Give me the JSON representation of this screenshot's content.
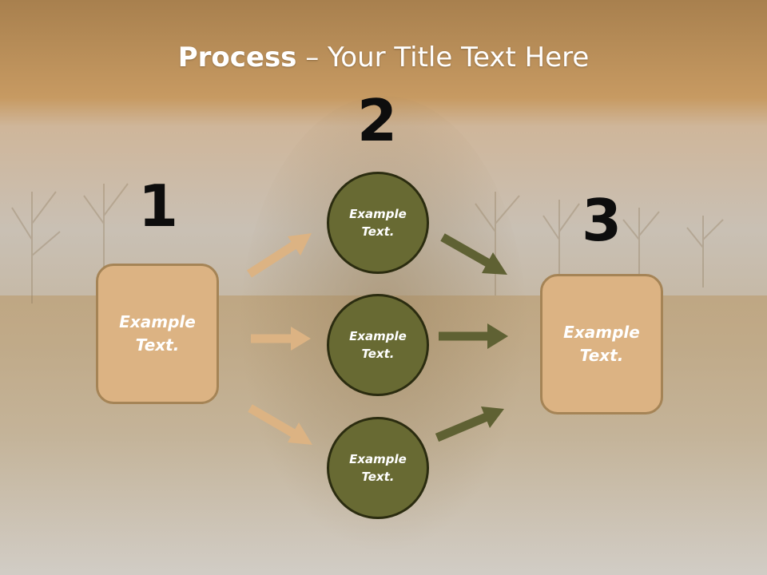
{
  "title": {
    "bold": "Process",
    "rest": " – Your Title Text Here"
  },
  "steps": {
    "one": {
      "number": "1",
      "text_line1": "Example",
      "text_line2": "Text."
    },
    "two": {
      "number": "2"
    },
    "three": {
      "number": "3",
      "text_line1": "Example",
      "text_line2": "Text."
    }
  },
  "circles": [
    {
      "line1": "Example",
      "line2": "Text."
    },
    {
      "line1": "Example",
      "line2": "Text."
    },
    {
      "line1": "Example",
      "line2": "Text."
    }
  ],
  "colors": {
    "box_fill": "#dcb383",
    "circle_fill": "#686a33",
    "arrow_light": "#dcb383",
    "arrow_dark": "#5f6133"
  }
}
